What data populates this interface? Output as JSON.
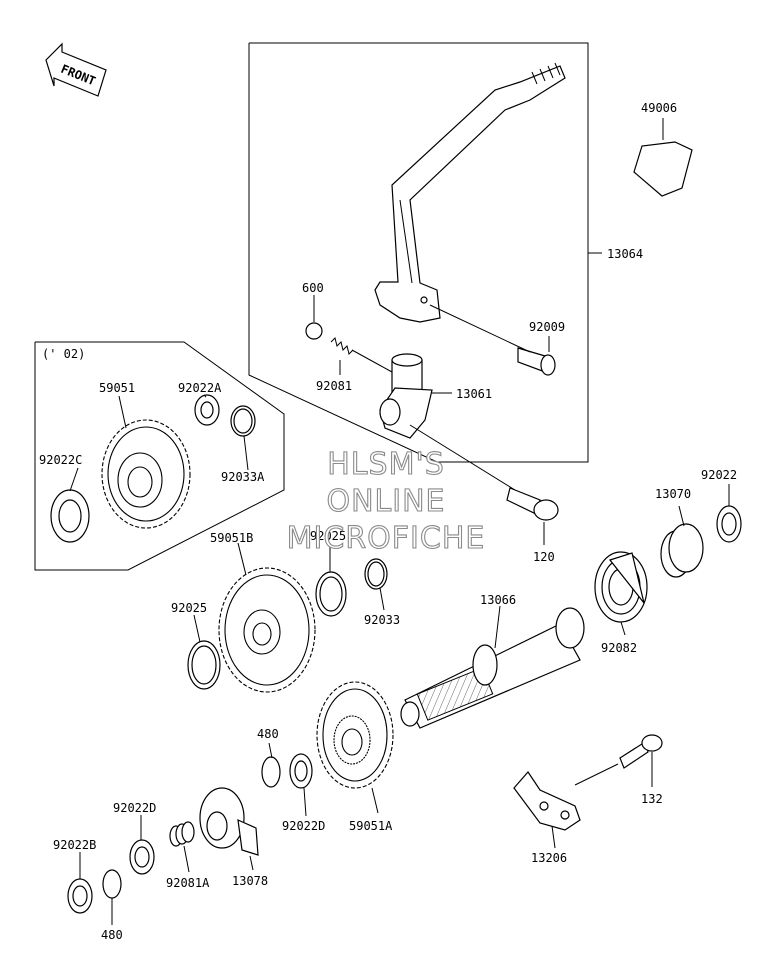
{
  "front_indicator": "FRONT",
  "variant_box_label": "(' 02)",
  "watermark": [
    "HLSM'S",
    "ONLINE",
    "MICROFICHE"
  ],
  "part_labels": {
    "p49006": "49006",
    "p13064": "13064",
    "p600": "600",
    "p92009": "92009",
    "p92081": "92081",
    "p13061": "13061",
    "p120": "120",
    "p59051": "59051",
    "p92022A": "92022A",
    "p92022C": "92022C",
    "p92033A": "92033A",
    "p59051B": "59051B",
    "p92025_top": "92025",
    "p92025_left": "92025",
    "p92033": "92033",
    "p13066": "13066",
    "p13070": "13070",
    "p92022": "92022",
    "p92082": "92082",
    "p480_top": "480",
    "p92022D_left": "92022D",
    "p92022D_mid": "92022D",
    "p59051A": "59051A",
    "p92022B": "92022B",
    "p92081A": "92081A",
    "p13078": "13078",
    "p480_bottom": "480",
    "p132": "132",
    "p13206": "13206"
  }
}
